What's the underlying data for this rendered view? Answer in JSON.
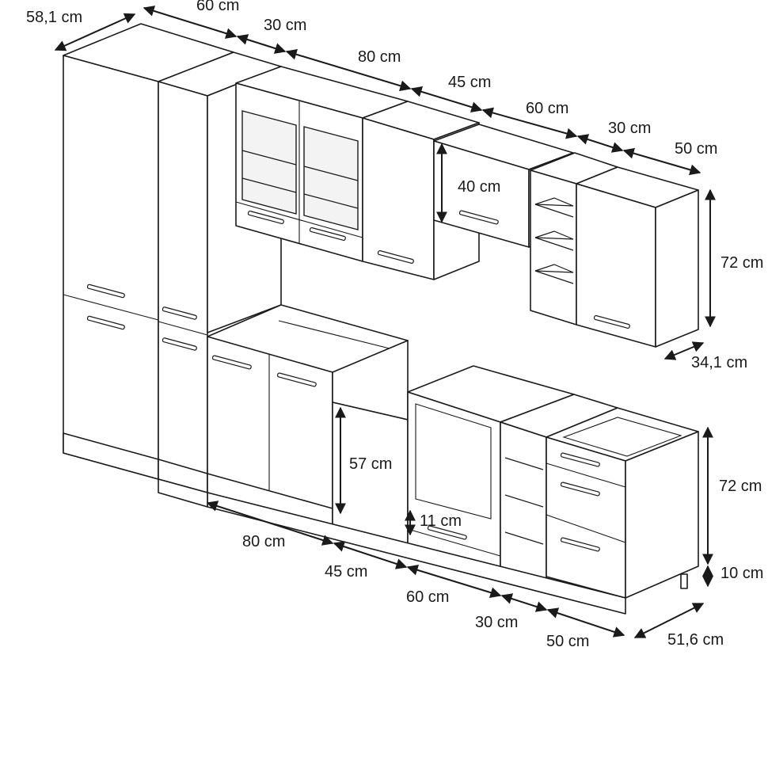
{
  "dimensions": {
    "top_depth": "58,1 cm",
    "top_w1": "60 cm",
    "top_w2": "30 cm",
    "top_w3": "80 cm",
    "top_w4": "45 cm",
    "top_w5": "60 cm",
    "top_w6": "30 cm",
    "top_w7": "50 cm",
    "wall_height": "72 cm",
    "wall_depth": "34,1 cm",
    "wall_small_height": "40 cm",
    "base_height": "72 cm",
    "plinth_height": "10 cm",
    "base_depth": "51,6 cm",
    "dish_height": "57 cm",
    "oven_drawer": "11 cm",
    "bot_w1": "80 cm",
    "bot_w2": "45 cm",
    "bot_w3": "60 cm",
    "bot_w4": "30 cm",
    "bot_w5": "50 cm"
  }
}
